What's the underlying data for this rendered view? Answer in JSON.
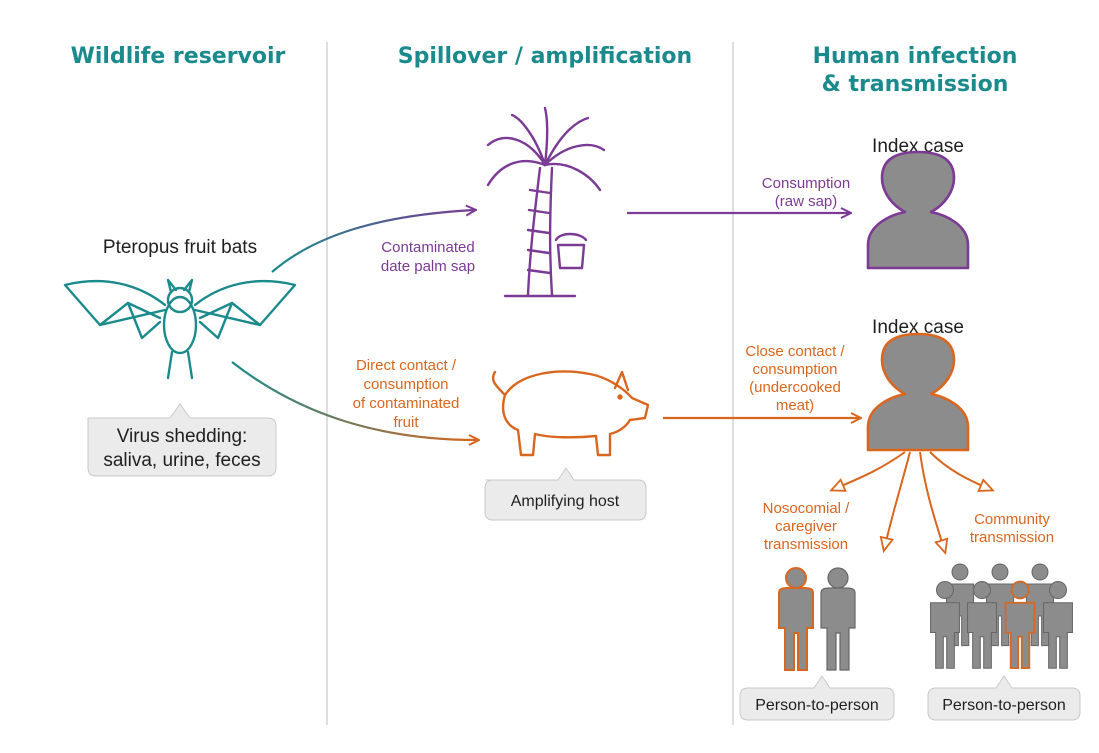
{
  "columns": {
    "wildlife": "Wildlife reservoir",
    "spillover": "Spillover / amplification",
    "human_line1": "Human infection",
    "human_line2": "& transmission"
  },
  "bat": {
    "label": "Pteropus fruit bats",
    "shedding_line1": "Virus shedding:",
    "shedding_line2": "saliva, urine, feces"
  },
  "sap_path": {
    "label_line1": "Contaminated",
    "label_line2": "date palm sap",
    "consumption_line1": "Consumption",
    "consumption_line2": "(raw sap)"
  },
  "pig_path": {
    "contact_line1": "Direct contact /",
    "contact_line2": "consumption",
    "contact_line3": "of contaminated",
    "contact_line4": "fruit",
    "host_label": "Amplifying host",
    "close_line1": "Close contact /",
    "close_line2": "consumption",
    "close_line3": "(undercooked",
    "close_line4": "meat)"
  },
  "index_case_top": "Index case",
  "index_case_bottom": "Index case",
  "nosocomial": {
    "line1": "Nosocomial /",
    "line2": "caregiver",
    "line3": "transmission",
    "box": "Person-to-person"
  },
  "community": {
    "line1": "Community",
    "line2": "transmission",
    "box": "Person-to-person"
  },
  "colors": {
    "teal": "#1b8a8c",
    "purple": "#7b3a94",
    "orange": "#d9661f",
    "gray": "#8c8c8c"
  },
  "icons": [
    "bat-icon",
    "palm-tree-icon",
    "pig-icon",
    "person-icon",
    "group-icon"
  ]
}
